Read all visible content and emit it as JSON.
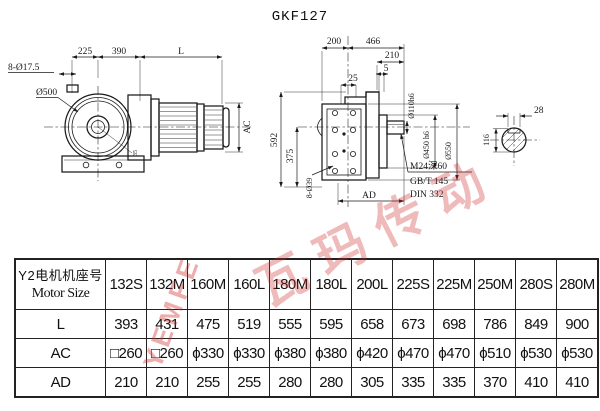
{
  "title": "GKF127",
  "watermark": {
    "latin": "YEMFE",
    "cjk": "瓦玛传动",
    "color": "#cd2828"
  },
  "drawing": {
    "front": {
      "dim_225": "225",
      "dim_390": "390",
      "dim_L": "L",
      "holes": "8-Ø17.5",
      "flange_dia": "Ø500",
      "ac_label": "AC",
      "plug": "35"
    },
    "side": {
      "dim_200": "200",
      "dim_466": "466",
      "dim_210": "210",
      "dim_5": "5",
      "dim_25": "25",
      "dim_592": "592",
      "dim_375": "375",
      "holes": "8-Ø39",
      "ad_label": "AD",
      "shaft_dia": "Ø110h6",
      "spigot_dia": "Ø450 h6",
      "flange_dia": "Ø550",
      "notes": [
        "M24深60",
        "GB/T 145",
        "DIN 332"
      ]
    },
    "section": {
      "key_width": "28",
      "height": "116"
    }
  },
  "table": {
    "header": {
      "line1": "Y2电机机座号",
      "line2": "Motor Size"
    },
    "columns": [
      "132S",
      "132M",
      "160M",
      "160L",
      "180M",
      "180L",
      "200L",
      "225S",
      "225M",
      "250M",
      "280S",
      "280M"
    ],
    "rows": [
      {
        "label": "L",
        "values": [
          "393",
          "431",
          "475",
          "519",
          "555",
          "595",
          "658",
          "673",
          "698",
          "786",
          "849",
          "900"
        ]
      },
      {
        "label": "AC",
        "values": [
          "□260",
          "□260",
          "ϕ330",
          "ϕ330",
          "ϕ380",
          "ϕ380",
          "ϕ420",
          "ϕ470",
          "ϕ470",
          "ϕ510",
          "ϕ530",
          "ϕ530"
        ]
      },
      {
        "label": "AD",
        "values": [
          "210",
          "210",
          "255",
          "255",
          "280",
          "280",
          "305",
          "335",
          "335",
          "370",
          "410",
          "410"
        ]
      }
    ]
  }
}
